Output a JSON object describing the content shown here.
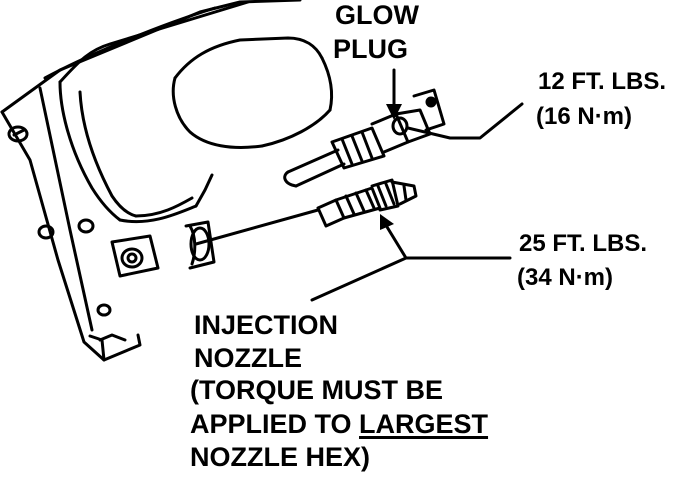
{
  "glow_plug": {
    "line1": "GLOW",
    "line2": "PLUG",
    "torque_line1": "12 FT. LBS.",
    "torque_line2": "(16 N·m)"
  },
  "injection_nozzle": {
    "torque_line1": "25 FT. LBS.",
    "torque_line2": "(34 N·m)",
    "name_line1": "INJECTION",
    "name_line2": "NOZZLE",
    "note_line1": "(TORQUE MUST BE",
    "note_line2_prefix": "APPLIED TO ",
    "note_line2_emphasis": "LARGEST",
    "note_line3": "NOZZLE HEX)"
  }
}
